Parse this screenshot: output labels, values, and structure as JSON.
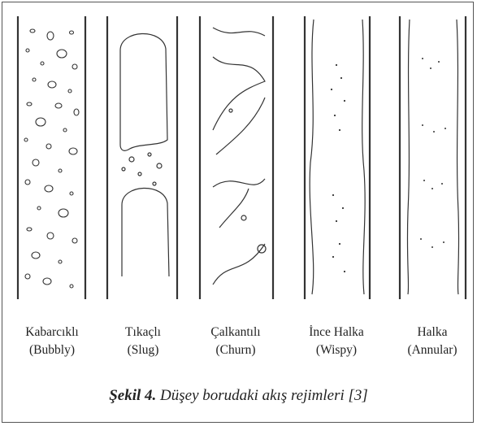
{
  "regimes": [
    {
      "name": "Kabarcıklı",
      "sub": "(Bubbly)"
    },
    {
      "name": "Tıkaçlı",
      "sub": "(Slug)"
    },
    {
      "name": "Çalkantılı",
      "sub": "(Churn)"
    },
    {
      "name": "İnce Halka",
      "sub": "(Wispy)"
    },
    {
      "name": "Halka",
      "sub": "(Annular)"
    }
  ],
  "caption": {
    "prefix": "Şekil 4.",
    "text": "Düşey borudaki akış rejimleri [3]"
  },
  "colors": {
    "ink": "#333333",
    "frame": "#555555"
  }
}
